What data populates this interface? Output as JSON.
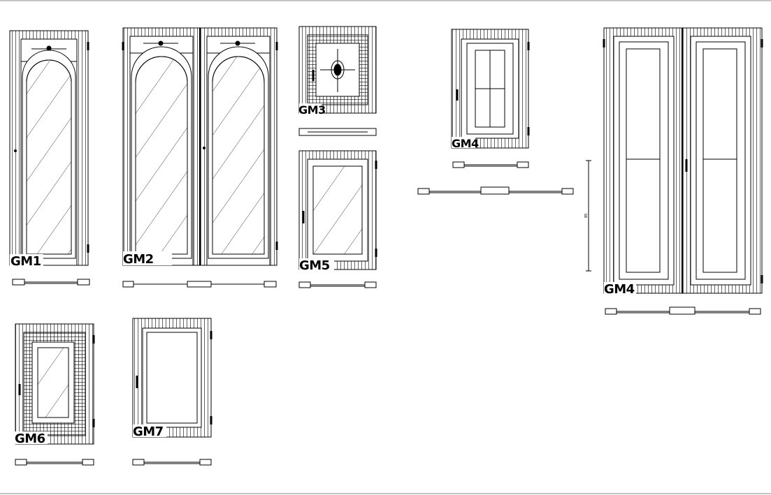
{
  "drawing": {
    "line_color": "#000000",
    "background": "#ffffff",
    "panels": [
      {
        "id": "gm1",
        "label": "GM1"
      },
      {
        "id": "gm2",
        "label": "GM2"
      },
      {
        "id": "gm3",
        "label": "GM3"
      },
      {
        "id": "gm4a",
        "label": "GM4"
      },
      {
        "id": "gm4b",
        "label": "GM4"
      },
      {
        "id": "gm5",
        "label": "GM5"
      },
      {
        "id": "gm6",
        "label": "GM6"
      },
      {
        "id": "gm7",
        "label": "GM7"
      }
    ],
    "dimension_mark": "85"
  }
}
